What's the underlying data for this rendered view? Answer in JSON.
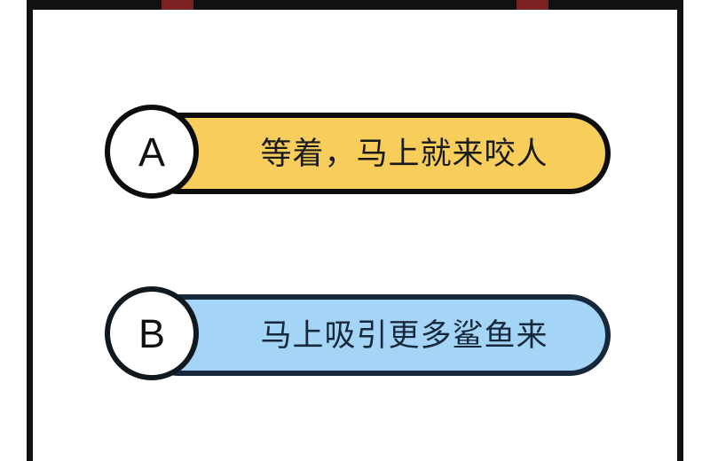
{
  "panel": {
    "frame_color": "#111111",
    "background_color": "#ffffff",
    "top_bar": {
      "color": "#111111",
      "marks": [
        {
          "name": "left-red-mark",
          "color": "#7d2222"
        },
        {
          "name": "right-red-mark",
          "color": "#7d2222"
        }
      ]
    }
  },
  "options": [
    {
      "key": "A",
      "label": "等着，马上就来咬人",
      "fill_color": "#f7ce5c",
      "outline_color": "#0d0d0d",
      "text_color": "#1a1a1a"
    },
    {
      "key": "B",
      "label": "马上吸引更多鲨鱼来",
      "fill_color": "#a5d5f6",
      "outline_color": "#16293c",
      "text_color": "#16293c"
    }
  ]
}
